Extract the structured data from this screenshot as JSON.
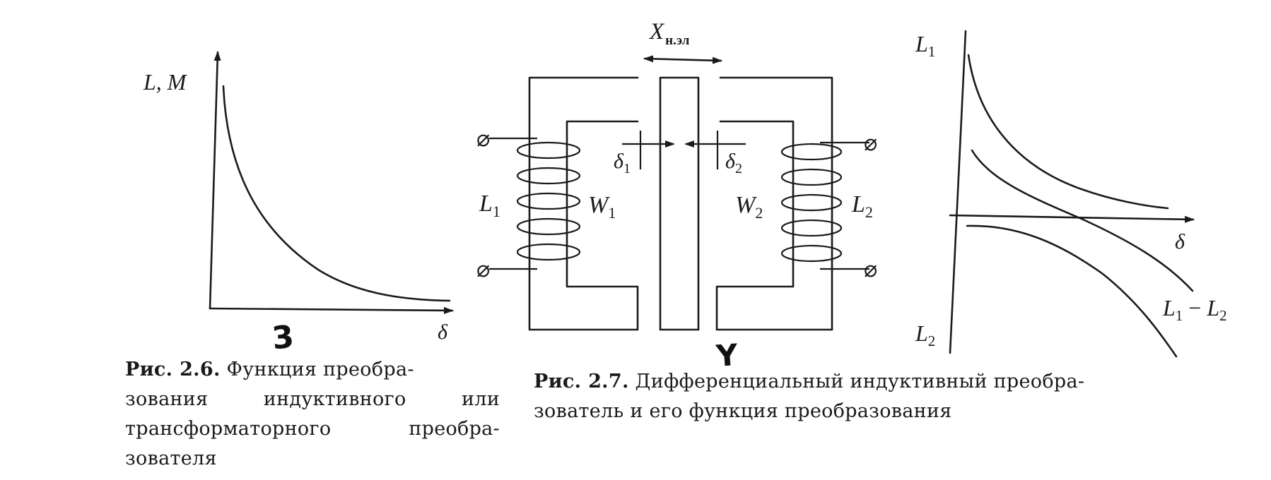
{
  "figure_left": {
    "y_axis_label": "L, M",
    "x_axis_label": "δ",
    "handwritten_mark": "3",
    "chart_data": {
      "type": "line",
      "title": "",
      "xlabel": "δ",
      "ylabel": "L, M",
      "grid": false,
      "series": [
        {
          "values": "hyperbolic decay, L ∝ 1/δ"
        }
      ]
    }
  },
  "figure_center": {
    "displacement_label": "X",
    "displacement_subscript": "н.эл",
    "gap1_label": "δ",
    "gap1_sub": "1",
    "gap2_label": "δ",
    "gap2_sub": "2",
    "coil1_label": "L",
    "coil1_sub": "1",
    "winding1_label": "W",
    "winding1_sub": "1",
    "winding2_label": "W",
    "winding2_sub": "2",
    "coil2_label": "L",
    "coil2_sub": "2",
    "terminal_symbol": "⌀",
    "handwritten_mark": "Y"
  },
  "figure_right": {
    "top_label": "L",
    "top_sub": "1",
    "bottom_label": "L",
    "bottom_sub": "2",
    "x_axis_label": "δ",
    "diff_label_a": "L",
    "diff_sub_a": "1",
    "diff_minus": " − ",
    "diff_label_b": "L",
    "diff_sub_b": "2"
  },
  "captions": {
    "fig26_number": "Рис. 2.6.",
    "fig26_line1_rest": "Функция преобра-",
    "fig26_line2": [
      "зования",
      "индуктивного",
      "или"
    ],
    "fig26_line3": [
      "трансформаторного",
      "преобра-"
    ],
    "fig26_line4": "зователя",
    "fig27_number": "Рис. 2.7.",
    "fig27_line1_rest": "Дифференциальный индуктивный преобра-",
    "fig27_line2": "зователь и его функция преобразования"
  }
}
